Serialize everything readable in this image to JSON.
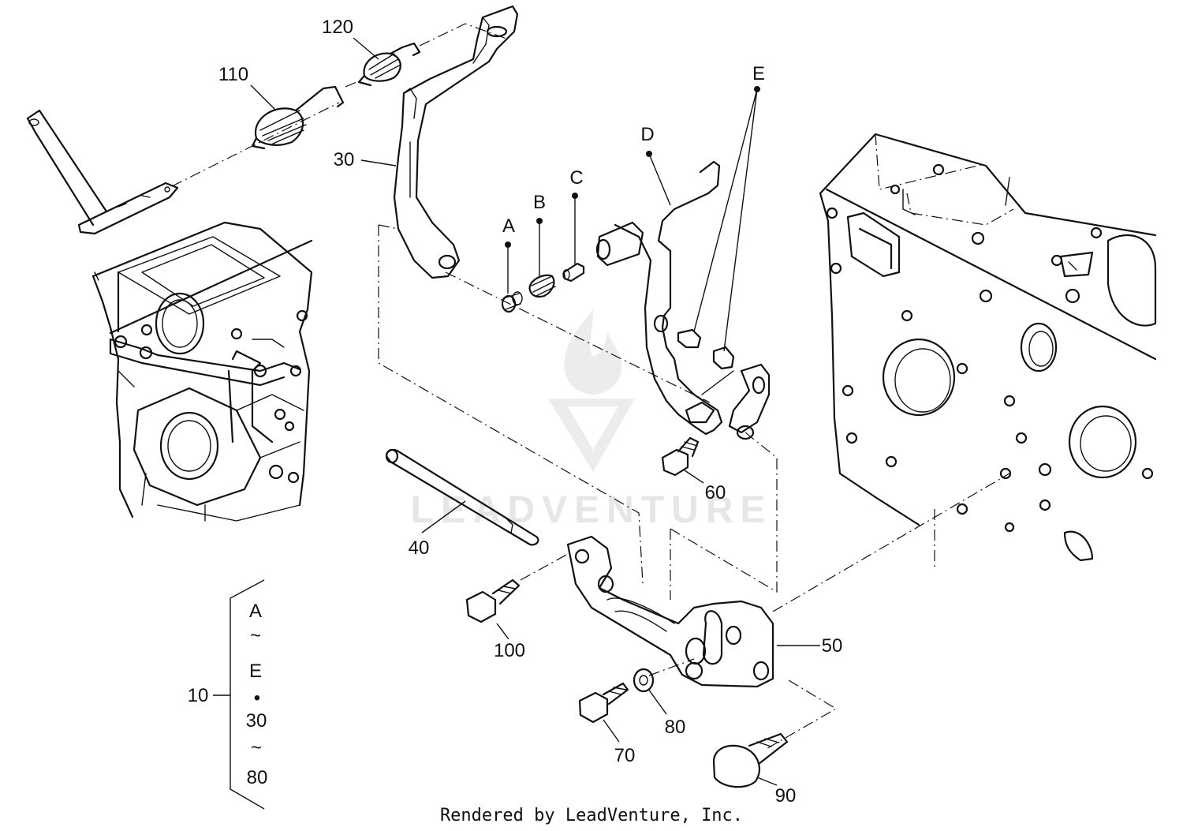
{
  "callouts": {
    "p10": "10",
    "p30": "30",
    "p40": "40",
    "p50": "50",
    "p60": "60",
    "p70": "70",
    "p80": "80",
    "p90": "90",
    "p100": "100",
    "p110": "110",
    "p120": "120",
    "a": "A",
    "b": "B",
    "c": "C",
    "d": "D",
    "e": "E"
  },
  "legend": {
    "from_letter": "A",
    "tilde": "~",
    "to_letter": "E",
    "bullet": "•",
    "from_number": "30",
    "to_number": "80"
  },
  "watermark": {
    "text": "LEADVENTURE"
  },
  "footer": {
    "text": "Rendered by LeadVenture, Inc."
  }
}
